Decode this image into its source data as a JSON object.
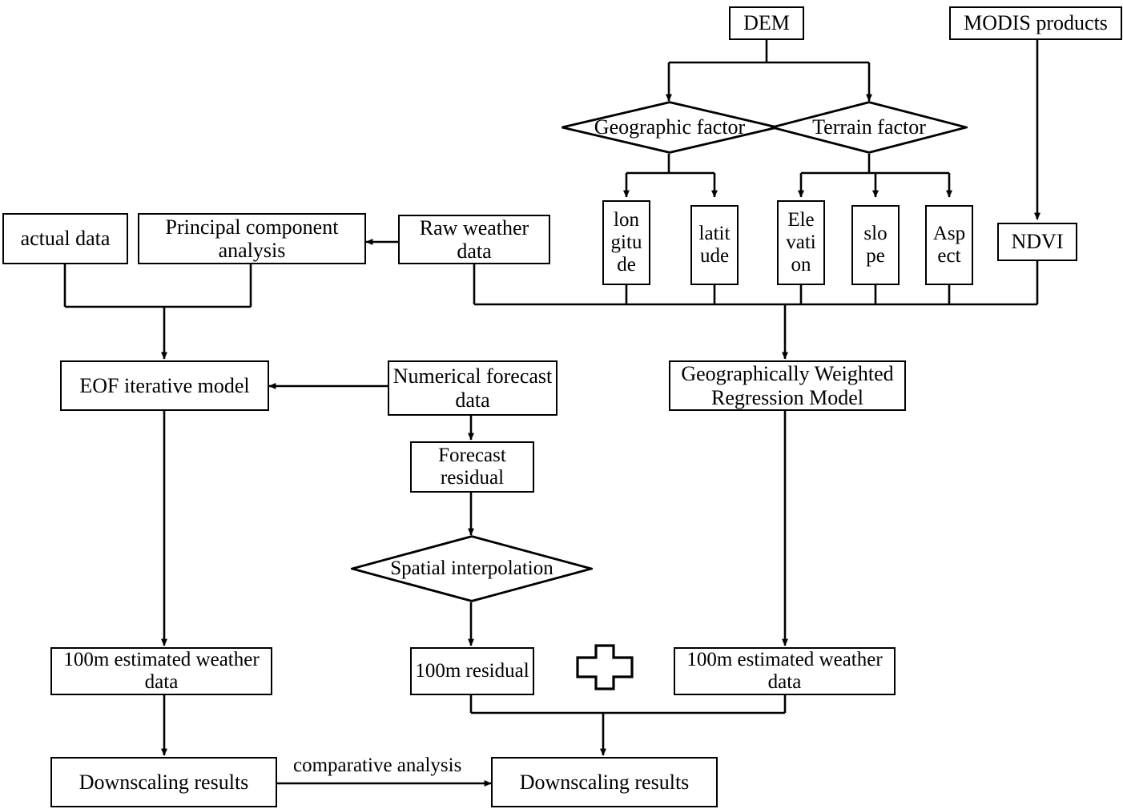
{
  "diagram": {
    "title": "Downscaling workflow flowchart",
    "stroke_color": "#000000",
    "fill_color": "#ffffff",
    "nodes": {
      "dem": "DEM",
      "modis_products": "MODIS products",
      "geographic_factor": "Geographic factor",
      "terrain_factor": "Terrain factor",
      "longitude": "lon gitu de",
      "latitude": "latit ude",
      "elevation": "Ele vati on",
      "slope": "slo pe",
      "aspect": "Asp ect",
      "ndvi": "NDVI",
      "actual_data": "actual data",
      "principal_component_analysis": "Principal component analysis",
      "raw_weather_data": "Raw weather data",
      "eof_iterative_model": "EOF iterative model",
      "numerical_forecast_data": "Numerical forecast data",
      "gwr_model": "Geographically Weighted Regression Model",
      "forecast_residual": "Forecast residual",
      "spatial_interpolation": "Spatial interpolation",
      "estimated_weather_data_left": "100m estimated weather data",
      "residual_100m": "100m residual",
      "estimated_weather_data_right": "100m estimated weather data",
      "downscaling_results_left": "Downscaling results",
      "downscaling_results_right": "Downscaling results",
      "plus_symbol": "+"
    },
    "edge_labels": {
      "comparative_analysis": "comparative analysis"
    }
  }
}
